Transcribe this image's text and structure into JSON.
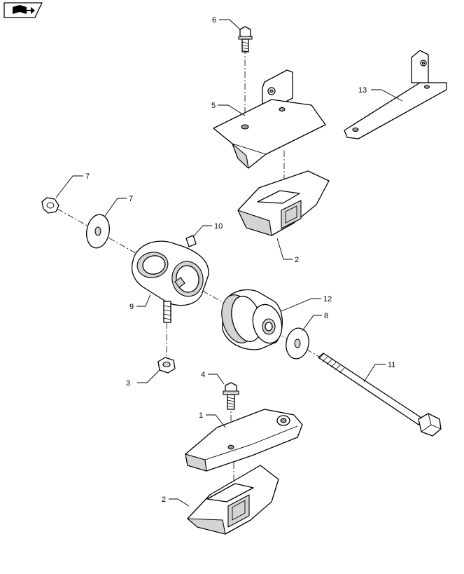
{
  "nav_icon": {
    "name": "book-arrow-icon"
  },
  "callouts": [
    {
      "id": "callout-1",
      "label": "1"
    },
    {
      "id": "callout-2-top",
      "label": "2"
    },
    {
      "id": "callout-2-bottom",
      "label": "2"
    },
    {
      "id": "callout-3",
      "label": "3"
    },
    {
      "id": "callout-4",
      "label": "4"
    },
    {
      "id": "callout-5",
      "label": "5"
    },
    {
      "id": "callout-6",
      "label": "6"
    },
    {
      "id": "callout-7-left",
      "label": "7"
    },
    {
      "id": "callout-7-right",
      "label": "7"
    },
    {
      "id": "callout-8",
      "label": "8"
    },
    {
      "id": "callout-9",
      "label": "9"
    },
    {
      "id": "callout-10",
      "label": "10"
    },
    {
      "id": "callout-11",
      "label": "11"
    },
    {
      "id": "callout-12",
      "label": "12"
    },
    {
      "id": "callout-13",
      "label": "13"
    }
  ]
}
